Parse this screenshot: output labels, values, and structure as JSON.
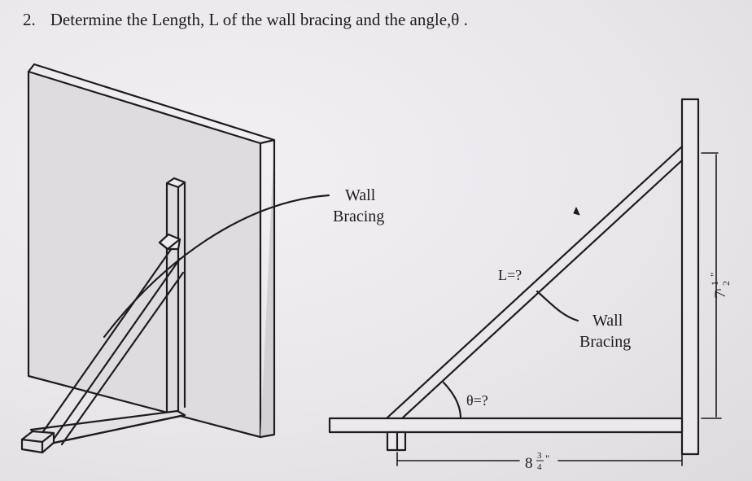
{
  "question": {
    "number": "2.",
    "text": "Determine the Length, L of the wall bracing and the angle,θ ."
  },
  "left_figure": {
    "callout_line1": "Wall",
    "callout_line2": "Bracing"
  },
  "right_figure": {
    "length_label": "L=?",
    "angle_label": "θ=?",
    "callout_line1": "Wall",
    "callout_line2": "Bracing",
    "height_whole": "7",
    "height_num": "1",
    "height_den": "2",
    "height_unit": "\"",
    "base_whole": "8",
    "base_num": "3",
    "base_den": "4",
    "base_unit": "\""
  },
  "colors": {
    "ink": "#1d1d1d",
    "panel_face": "#dedcdf",
    "wall_shadow": "#c9c6ca"
  }
}
